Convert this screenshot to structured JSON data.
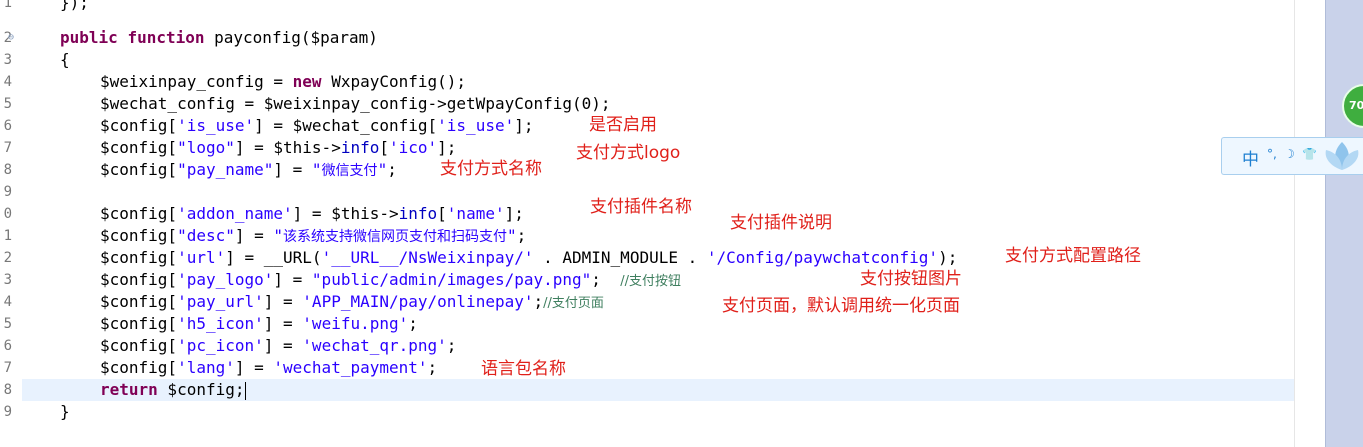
{
  "gutter": {
    "numbers": [
      "1",
      "2",
      "3",
      "4",
      "5",
      "6",
      "7",
      "8",
      "9",
      "0",
      "1",
      "2",
      "3",
      "4",
      "5",
      "6",
      "7",
      "8",
      "9"
    ]
  },
  "code": {
    "l0": "});",
    "l2_kw1": "public",
    "l2_kw2": "function",
    "l2_rest": "payconfig($param)",
    "l3": "{",
    "l4_a": "$weixinpay_config = ",
    "l4_kw": "new",
    "l4_b": " WxpayConfig();",
    "l5": "$wechat_config = $weixinpay_config->getWpayConfig(0);",
    "l6_a": "$config[",
    "l6_s1": "'is_use'",
    "l6_b": "] = $wechat_config[",
    "l6_s2": "'is_use'",
    "l6_c": "];",
    "l7_a": "$config[",
    "l7_s1": "\"logo\"",
    "l7_b": "] = $this->",
    "l7_p": "info",
    "l7_c": "[",
    "l7_s2": "'ico'",
    "l7_d": "];",
    "l8_a": "$config[",
    "l8_s1": "\"pay_name\"",
    "l8_b": "] = ",
    "l8_s2a": "\"",
    "l8_s2b": "微信支付",
    "l8_s2c": "\"",
    "l8_c": ";",
    "l10_a": "$config[",
    "l10_s1": "'addon_name'",
    "l10_b": "] = $this->",
    "l10_p": "info",
    "l10_c": "[",
    "l10_s2": "'name'",
    "l10_d": "];",
    "l11_a": "$config[",
    "l11_s1": "\"desc\"",
    "l11_b": "] = ",
    "l11_s2a": "\"",
    "l11_s2b": "该系统支持微信网页支付和扫码支付",
    "l11_s2c": "\"",
    "l11_c": ";",
    "l12_a": "$config[",
    "l12_s1": "'url'",
    "l12_b": "] = __URL(",
    "l12_s2": "'__URL__/NsWeixinpay/'",
    "l12_c": " . ADMIN_MODULE . ",
    "l12_s3": "'/Config/paywchatconfig'",
    "l12_d": ");",
    "l13_a": "$config[",
    "l13_s1": "'pay_logo'",
    "l13_b": "] = ",
    "l13_s2": "\"public/admin/images/pay.png\"",
    "l13_c": ";  ",
    "l13_cmt": "//支付按钮",
    "l14_a": "$config[",
    "l14_s1": "'pay_url'",
    "l14_b": "] = ",
    "l14_s2": "'APP_MAIN/pay/onlinepay'",
    "l14_c": ";",
    "l14_cmt": "//支付页面",
    "l15_a": "$config[",
    "l15_s1": "'h5_icon'",
    "l15_b": "] = ",
    "l15_s2": "'weifu.png'",
    "l15_c": ";",
    "l16_a": "$config[",
    "l16_s1": "'pc_icon'",
    "l16_b": "] = ",
    "l16_s2": "'wechat_qr.png'",
    "l16_c": ";",
    "l17_a": "$config[",
    "l17_s1": "'lang'",
    "l17_b": "] = ",
    "l17_s2": "'wechat_payment'",
    "l17_c": ";",
    "l18_kw": "return",
    "l18_b": " $config;",
    "l19": "}"
  },
  "annotations": {
    "is_use": "是否启用",
    "logo": "支付方式logo",
    "pay_name": "支付方式名称",
    "addon_name": "支付插件名称",
    "desc": "支付插件说明",
    "url": "支付方式配置路径",
    "pay_logo": "支付按钮图片",
    "pay_url": "支付页面，默认调用统一化页面",
    "lang": "语言包名称"
  },
  "ime": {
    "lang": "中",
    "icons": [
      "moon-punctuation-icon",
      "crescent-icon",
      "shirt-skin-icon",
      "flower-logo-icon"
    ]
  },
  "badge": {
    "value": "70"
  },
  "colors": {
    "keyword": "#7f0055",
    "string": "#2a00ff",
    "comment": "#3f7f5f",
    "annotation": "#e0201a",
    "current_line": "#e8f2fe"
  }
}
